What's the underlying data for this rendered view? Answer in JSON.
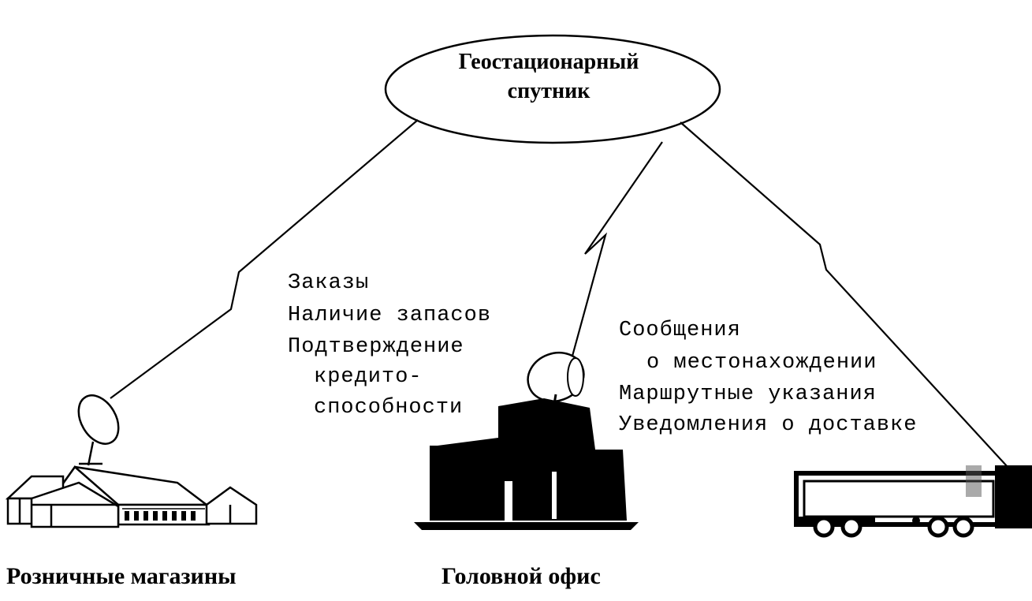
{
  "satellite": {
    "line1": "Геостационарный",
    "line2": "спутник"
  },
  "stores": {
    "label": "Розничные магазины",
    "messages": [
      "Заказы",
      "Наличие запасов",
      "Подтверждение",
      "кредито-",
      "способности"
    ]
  },
  "head_office": {
    "label": "Головной офис"
  },
  "truck": {
    "messages": [
      "Сообщения",
      "о местонахождении",
      "Маршрутные указания",
      "Уведомления о доставке"
    ]
  }
}
